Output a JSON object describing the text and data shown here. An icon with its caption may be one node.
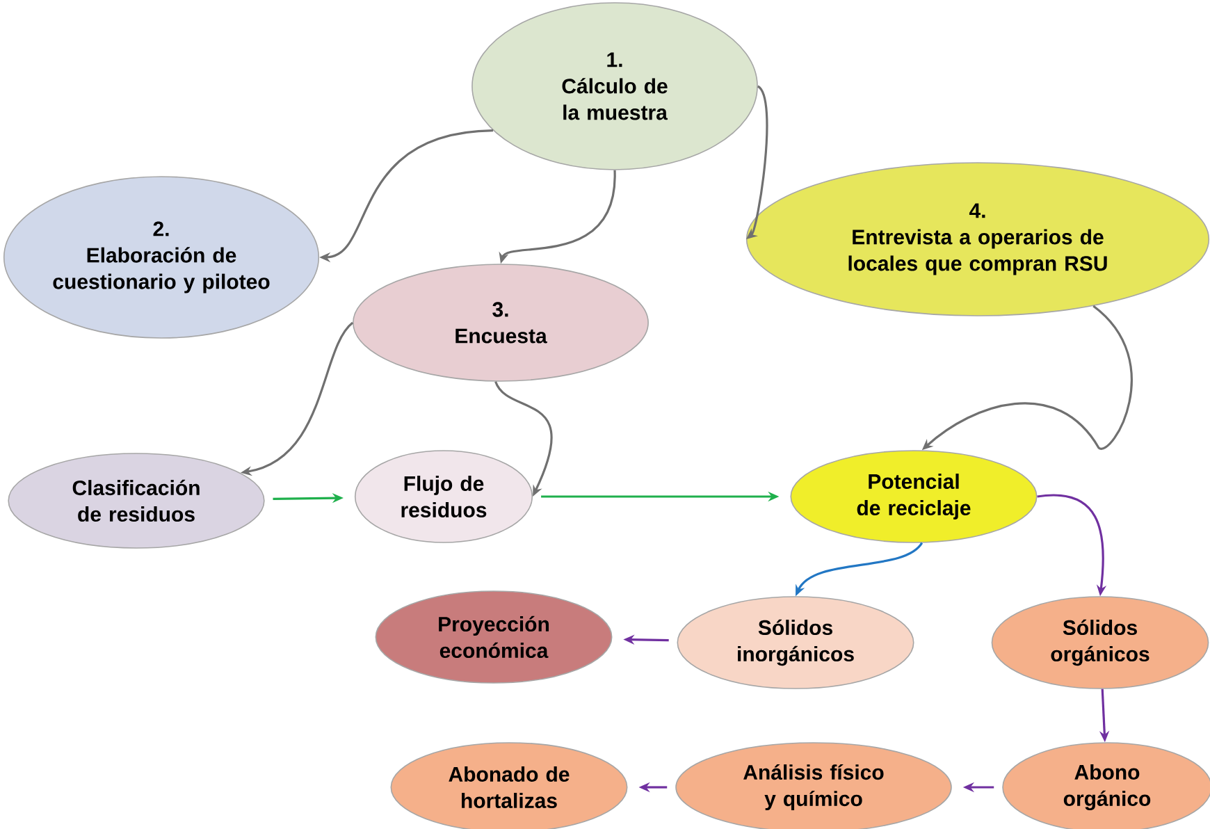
{
  "diagram": {
    "nodes": [
      {
        "text": [
          "1.",
          "Cálculo de la muestra"
        ]
      },
      {
        "text": [
          "2.",
          "Elaboración de cuestionario y piloteo"
        ]
      },
      {
        "text": [
          "3.",
          "Encuesta"
        ]
      },
      {
        "text": [
          "4.",
          "Entrevista a operarios de locales que compran RSU"
        ]
      },
      {
        "text": [
          "Clasificación de residuos"
        ]
      },
      {
        "text": [
          "Flujo de residuos"
        ]
      },
      {
        "text": [
          "Potencial de reciclaje"
        ]
      },
      {
        "text": [
          "Proyección económica"
        ]
      },
      {
        "text": [
          "Sólidos inorgánicos"
        ]
      },
      {
        "text": [
          "Sólidos orgánicos"
        ]
      },
      {
        "text": [
          "Abonado de hortalizas"
        ]
      },
      {
        "text": [
          "Análisis físico y químico"
        ]
      },
      {
        "text": [
          "Abono orgánico"
        ]
      }
    ],
    "edges": [
      {
        "from": 0,
        "to": 1,
        "arrow": "to"
      },
      {
        "from": 0,
        "to": 2,
        "arrow": "to"
      },
      {
        "from": 0,
        "to": 3,
        "arrow": "to"
      },
      {
        "from": 2,
        "to": 4,
        "arrow": "to"
      },
      {
        "from": 2,
        "to": 5,
        "arrow": "to"
      },
      {
        "from": 3,
        "to": 6,
        "arrow": "to"
      },
      {
        "from": 4,
        "to": 5,
        "arrow": "to",
        "color": "#1fb04c"
      },
      {
        "from": 5,
        "to": 6,
        "arrow": "to",
        "color": "#1fb04c"
      },
      {
        "from": 6,
        "to": 8,
        "arrow": "to",
        "color": "#2277c4"
      },
      {
        "from": 6,
        "to": 9,
        "arrow": "to",
        "color": "#7030a0"
      },
      {
        "from": 8,
        "to": 7,
        "arrow": "to",
        "color": "#7030a0"
      },
      {
        "from": 9,
        "to": 12,
        "arrow": "to",
        "color": "#7030a0"
      },
      {
        "from": 12,
        "to": 11,
        "arrow": "to",
        "color": "#7030a0"
      },
      {
        "from": 11,
        "to": 10,
        "arrow": "to",
        "color": "#7030a0"
      }
    ]
  }
}
